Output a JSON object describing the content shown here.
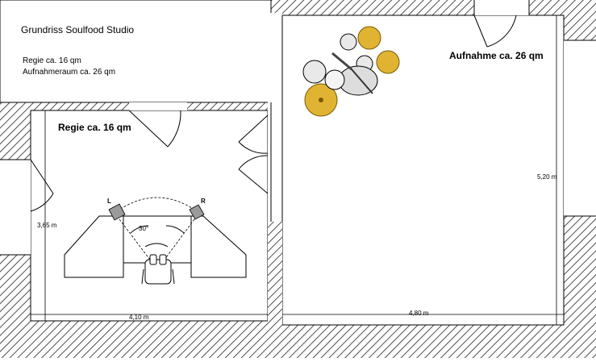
{
  "header": {
    "title": "Grundriss Soulfood Studio",
    "line1": "Regie ca. 16 qm",
    "line2": "Aufnahmeraum ca. 26 qm"
  },
  "rooms": {
    "regie": {
      "label": "Regie ca. 16 qm",
      "width_label": "4,10 m",
      "depth_label": "3,65 m"
    },
    "aufnahme": {
      "label": "Aufnahme ca. 26 qm",
      "width_label": "4,80 m",
      "depth_label": "5,20 m"
    }
  },
  "monitoring": {
    "angle_label": "30°",
    "speaker_left_label": "L",
    "speaker_right_label": "R"
  },
  "colors": {
    "hatch": "#000000",
    "wall_fill": "#ffffff",
    "cymbal": "#e0b432",
    "drum_shell": "#dddddd"
  }
}
